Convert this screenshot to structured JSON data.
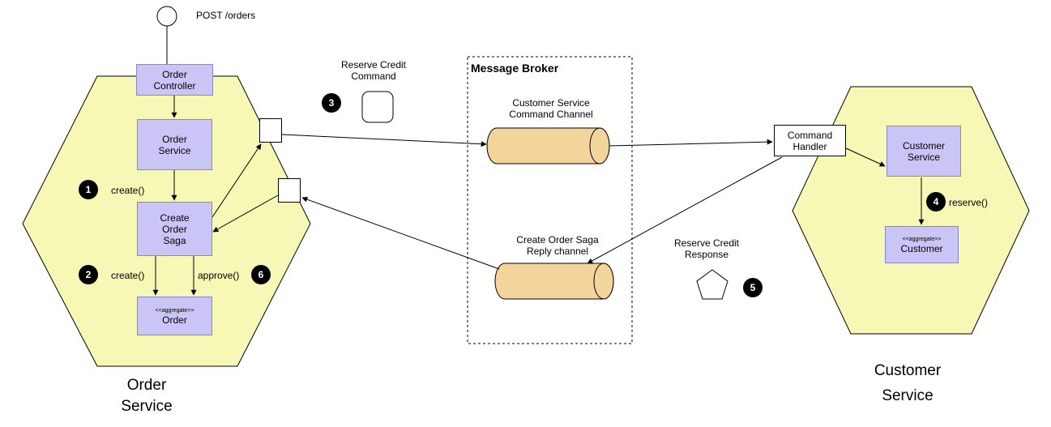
{
  "endpoint": {
    "label": "POST /orders"
  },
  "order_service": {
    "caption_line1": "Order",
    "caption_line2": "Service",
    "controller": "Order\nController",
    "service": "Order\nService",
    "saga": "Create\nOrder\nSaga",
    "aggregate_stereotype": "<<aggregate>>",
    "aggregate": "Order",
    "step1_badge": "1",
    "step1_label": "create()",
    "step2_badge": "2",
    "step2_label": "create()",
    "step6_badge": "6",
    "step6_label": "approve()"
  },
  "command": {
    "title": "Reserve Credit\nCommand",
    "badge": "3"
  },
  "broker": {
    "title": "Message Broker",
    "command_channel": "Customer Service\nCommand Channel",
    "reply_channel": "Create Order Saga\nReply channel"
  },
  "response": {
    "title": "Reserve Credit\nResponse",
    "badge": "5"
  },
  "customer_service": {
    "caption_line1": "Customer",
    "caption_line2": "Service",
    "handler": "Command\nHandler",
    "service": "Customer\nService",
    "aggregate_stereotype": "<<aggregate>>",
    "aggregate": "Customer",
    "step4_badge": "4",
    "step4_label": "reserve()"
  },
  "colors": {
    "hexagon_fill": "#f7f7b6",
    "box_fill": "#c9c6f7",
    "channel_fill": "#f3d49b"
  }
}
